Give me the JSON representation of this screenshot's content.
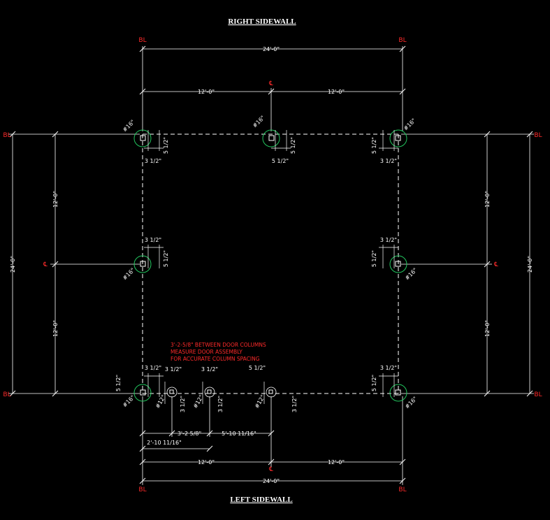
{
  "titles": {
    "top": "RIGHT SIDEWALL",
    "bottom": "LEFT SIDEWALL"
  },
  "markers": {
    "baseline": "BL",
    "centerline": "℄"
  },
  "dimensions": {
    "overall": "24'-0\"",
    "half": "12'-0\"",
    "offset": "3 1/2\"",
    "offset_center": "5 1/2\"",
    "door_first": "3'-2 5/8\"",
    "door_second": "5'-10 11/16\"",
    "door_from_corner": "2'-10 11/16\""
  },
  "anchors": {
    "sixteen": "#16\"",
    "twelve": "#12\""
  },
  "note": {
    "line1": "3'-2-5/8\" BETWEEN DOOR COLUMNS",
    "line2": "MEASURE DOOR ASSEMBLY",
    "line3": "FOR ACCURATE COLUMN SPACING"
  },
  "colors": {
    "lines": "#ffffff",
    "markers": "#ff2a2a",
    "footing_circles": "#22c55e"
  }
}
